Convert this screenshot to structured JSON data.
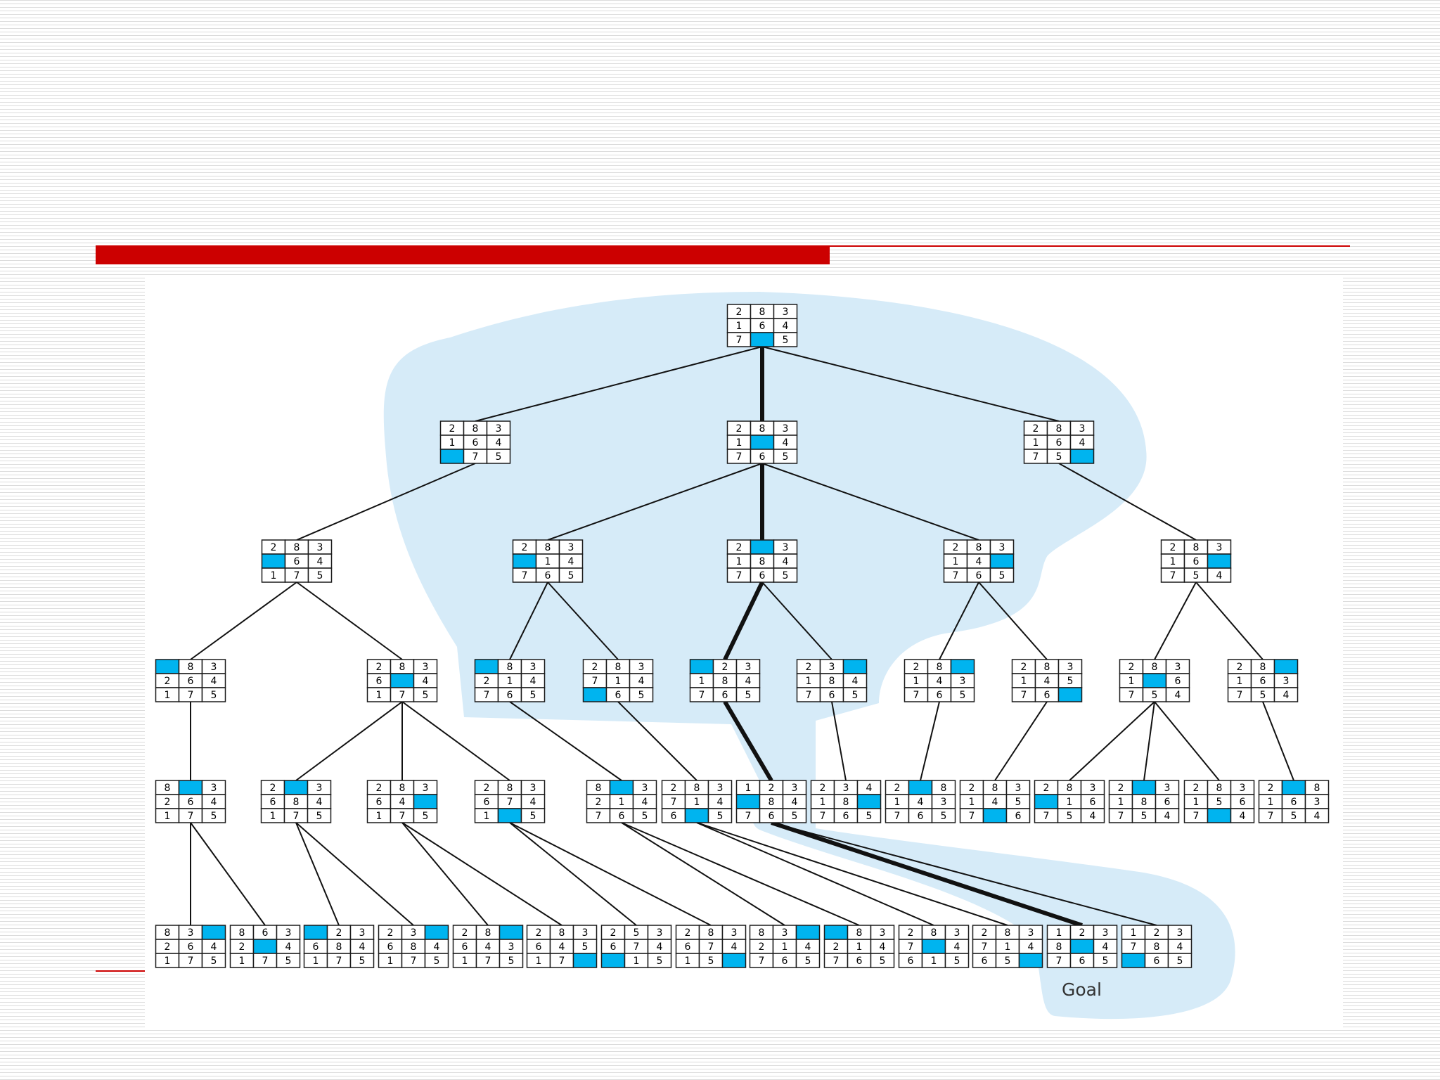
{
  "slide": {
    "accent_color": "#cc0000"
  },
  "diagram": {
    "highlight_color": "#d6ebf8",
    "blank_color": "#00b4ef",
    "goal_label": "Goal",
    "nodes": [
      {
        "id": "r",
        "level": 0,
        "tiles": [
          2,
          8,
          3,
          1,
          6,
          4,
          7,
          0,
          5
        ]
      },
      {
        "id": "a1",
        "level": 1,
        "tiles": [
          2,
          8,
          3,
          1,
          6,
          4,
          0,
          7,
          5
        ]
      },
      {
        "id": "a2",
        "level": 1,
        "tiles": [
          2,
          8,
          3,
          1,
          0,
          4,
          7,
          6,
          5
        ]
      },
      {
        "id": "a3",
        "level": 1,
        "tiles": [
          2,
          8,
          3,
          1,
          6,
          4,
          7,
          5,
          0
        ]
      },
      {
        "id": "b1",
        "level": 2,
        "tiles": [
          2,
          8,
          3,
          0,
          6,
          4,
          1,
          7,
          5
        ]
      },
      {
        "id": "b2",
        "level": 2,
        "tiles": [
          2,
          8,
          3,
          0,
          1,
          4,
          7,
          6,
          5
        ]
      },
      {
        "id": "b3",
        "level": 2,
        "tiles": [
          2,
          0,
          3,
          1,
          8,
          4,
          7,
          6,
          5
        ]
      },
      {
        "id": "b4",
        "level": 2,
        "tiles": [
          2,
          8,
          3,
          1,
          4,
          0,
          7,
          6,
          5
        ]
      },
      {
        "id": "b5",
        "level": 2,
        "tiles": [
          2,
          8,
          3,
          1,
          6,
          0,
          7,
          5,
          4
        ]
      },
      {
        "id": "c1",
        "level": 3,
        "tiles": [
          0,
          8,
          3,
          2,
          6,
          4,
          1,
          7,
          5
        ]
      },
      {
        "id": "c2",
        "level": 3,
        "tiles": [
          2,
          8,
          3,
          6,
          0,
          4,
          1,
          7,
          5
        ]
      },
      {
        "id": "c3",
        "level": 3,
        "tiles": [
          0,
          8,
          3,
          2,
          1,
          4,
          7,
          6,
          5
        ]
      },
      {
        "id": "c4",
        "level": 3,
        "tiles": [
          2,
          8,
          3,
          7,
          1,
          4,
          0,
          6,
          5
        ]
      },
      {
        "id": "c5",
        "level": 3,
        "tiles": [
          0,
          2,
          3,
          1,
          8,
          4,
          7,
          6,
          5
        ]
      },
      {
        "id": "c6",
        "level": 3,
        "tiles": [
          2,
          3,
          0,
          1,
          8,
          4,
          7,
          6,
          5
        ]
      },
      {
        "id": "c7",
        "level": 3,
        "tiles": [
          2,
          8,
          0,
          1,
          4,
          3,
          7,
          6,
          5
        ]
      },
      {
        "id": "c8",
        "level": 3,
        "tiles": [
          2,
          8,
          3,
          1,
          4,
          5,
          7,
          6,
          0
        ]
      },
      {
        "id": "c9",
        "level": 3,
        "tiles": [
          2,
          8,
          3,
          1,
          0,
          6,
          7,
          5,
          4
        ]
      },
      {
        "id": "c10",
        "level": 3,
        "tiles": [
          2,
          8,
          0,
          1,
          6,
          3,
          7,
          5,
          4
        ]
      },
      {
        "id": "d1",
        "level": 4,
        "tiles": [
          8,
          0,
          3,
          2,
          6,
          4,
          1,
          7,
          5
        ]
      },
      {
        "id": "d2",
        "level": 4,
        "tiles": [
          2,
          0,
          3,
          6,
          8,
          4,
          1,
          7,
          5
        ]
      },
      {
        "id": "d3",
        "level": 4,
        "tiles": [
          2,
          8,
          3,
          6,
          4,
          0,
          1,
          7,
          5
        ]
      },
      {
        "id": "d4",
        "level": 4,
        "tiles": [
          2,
          8,
          3,
          6,
          7,
          4,
          1,
          0,
          5
        ]
      },
      {
        "id": "d5",
        "level": 4,
        "tiles": [
          8,
          0,
          3,
          2,
          1,
          4,
          7,
          6,
          5
        ]
      },
      {
        "id": "d6",
        "level": 4,
        "tiles": [
          2,
          8,
          3,
          7,
          1,
          4,
          6,
          0,
          5
        ]
      },
      {
        "id": "d7",
        "level": 4,
        "tiles": [
          1,
          2,
          3,
          0,
          8,
          4,
          7,
          6,
          5
        ]
      },
      {
        "id": "d8",
        "level": 4,
        "tiles": [
          2,
          3,
          4,
          1,
          8,
          0,
          7,
          6,
          5
        ]
      },
      {
        "id": "d9",
        "level": 4,
        "tiles": [
          2,
          0,
          8,
          1,
          4,
          3,
          7,
          6,
          5
        ]
      },
      {
        "id": "d10",
        "level": 4,
        "tiles": [
          2,
          8,
          3,
          1,
          4,
          5,
          7,
          0,
          6
        ]
      },
      {
        "id": "d11",
        "level": 4,
        "tiles": [
          2,
          8,
          3,
          0,
          1,
          6,
          7,
          5,
          4
        ]
      },
      {
        "id": "d12",
        "level": 4,
        "tiles": [
          2,
          0,
          3,
          1,
          8,
          6,
          7,
          5,
          4
        ]
      },
      {
        "id": "d13",
        "level": 4,
        "tiles": [
          2,
          8,
          3,
          1,
          5,
          6,
          7,
          0,
          4
        ]
      },
      {
        "id": "d14",
        "level": 4,
        "tiles": [
          2,
          0,
          8,
          1,
          6,
          3,
          7,
          5,
          4
        ]
      },
      {
        "id": "e1",
        "level": 5,
        "tiles": [
          8,
          3,
          0,
          2,
          6,
          4,
          1,
          7,
          5
        ]
      },
      {
        "id": "e2",
        "level": 5,
        "tiles": [
          8,
          6,
          3,
          2,
          0,
          4,
          1,
          7,
          5
        ]
      },
      {
        "id": "e3",
        "level": 5,
        "tiles": [
          0,
          2,
          3,
          6,
          8,
          4,
          1,
          7,
          5
        ]
      },
      {
        "id": "e4",
        "level": 5,
        "tiles": [
          2,
          3,
          0,
          6,
          8,
          4,
          1,
          7,
          5
        ]
      },
      {
        "id": "e5",
        "level": 5,
        "tiles": [
          2,
          8,
          0,
          6,
          4,
          3,
          1,
          7,
          5
        ]
      },
      {
        "id": "e6",
        "level": 5,
        "tiles": [
          2,
          8,
          3,
          6,
          4,
          5,
          1,
          7,
          0
        ]
      },
      {
        "id": "e7",
        "level": 5,
        "tiles": [
          2,
          5,
          3,
          6,
          7,
          4,
          0,
          1,
          5
        ]
      },
      {
        "id": "e8",
        "level": 5,
        "tiles": [
          2,
          8,
          3,
          6,
          7,
          4,
          1,
          5,
          0
        ]
      },
      {
        "id": "e9",
        "level": 5,
        "tiles": [
          8,
          3,
          0,
          2,
          1,
          4,
          7,
          6,
          5
        ]
      },
      {
        "id": "e10",
        "level": 5,
        "tiles": [
          0,
          8,
          3,
          2,
          1,
          4,
          7,
          6,
          5
        ]
      },
      {
        "id": "e11",
        "level": 5,
        "tiles": [
          2,
          8,
          3,
          7,
          0,
          4,
          6,
          1,
          5
        ]
      },
      {
        "id": "e12",
        "level": 5,
        "tiles": [
          2,
          8,
          3,
          7,
          1,
          4,
          6,
          5,
          0
        ]
      },
      {
        "id": "e13",
        "level": 5,
        "tiles": [
          1,
          2,
          3,
          8,
          0,
          4,
          7,
          6,
          5
        ]
      },
      {
        "id": "e14",
        "level": 5,
        "tiles": [
          1,
          2,
          3,
          7,
          8,
          4,
          0,
          6,
          5
        ]
      }
    ],
    "edges": [
      [
        "r",
        "a1"
      ],
      [
        "r",
        "a2"
      ],
      [
        "r",
        "a3"
      ],
      [
        "a1",
        "b1"
      ],
      [
        "a2",
        "b2"
      ],
      [
        "a2",
        "b3"
      ],
      [
        "a2",
        "b4"
      ],
      [
        "a3",
        "b5"
      ],
      [
        "b1",
        "c1"
      ],
      [
        "b1",
        "c2"
      ],
      [
        "b2",
        "c3"
      ],
      [
        "b2",
        "c4"
      ],
      [
        "b3",
        "c5"
      ],
      [
        "b3",
        "c6"
      ],
      [
        "b4",
        "c7"
      ],
      [
        "b4",
        "c8"
      ],
      [
        "b5",
        "c9"
      ],
      [
        "b5",
        "c10"
      ],
      [
        "c1",
        "d1"
      ],
      [
        "c2",
        "d2"
      ],
      [
        "c2",
        "d3"
      ],
      [
        "c2",
        "d4"
      ],
      [
        "c3",
        "d5"
      ],
      [
        "c4",
        "d6"
      ],
      [
        "c5",
        "d7"
      ],
      [
        "c6",
        "d8"
      ],
      [
        "c7",
        "d9"
      ],
      [
        "c8",
        "d10"
      ],
      [
        "c9",
        "d11"
      ],
      [
        "c9",
        "d12"
      ],
      [
        "c9",
        "d13"
      ],
      [
        "c10",
        "d14"
      ],
      [
        "d1",
        "e1"
      ],
      [
        "d1",
        "e2"
      ],
      [
        "d2",
        "e3"
      ],
      [
        "d2",
        "e4"
      ],
      [
        "d3",
        "e5"
      ],
      [
        "d3",
        "e6"
      ],
      [
        "d4",
        "e7"
      ],
      [
        "d4",
        "e8"
      ],
      [
        "d5",
        "e9"
      ],
      [
        "d5",
        "e10"
      ],
      [
        "d6",
        "e11"
      ],
      [
        "d6",
        "e12"
      ],
      [
        "d7",
        "e13"
      ],
      [
        "d7",
        "e14"
      ]
    ],
    "solution_path": [
      "r",
      "a2",
      "b3",
      "c5",
      "d7",
      "e13"
    ]
  }
}
